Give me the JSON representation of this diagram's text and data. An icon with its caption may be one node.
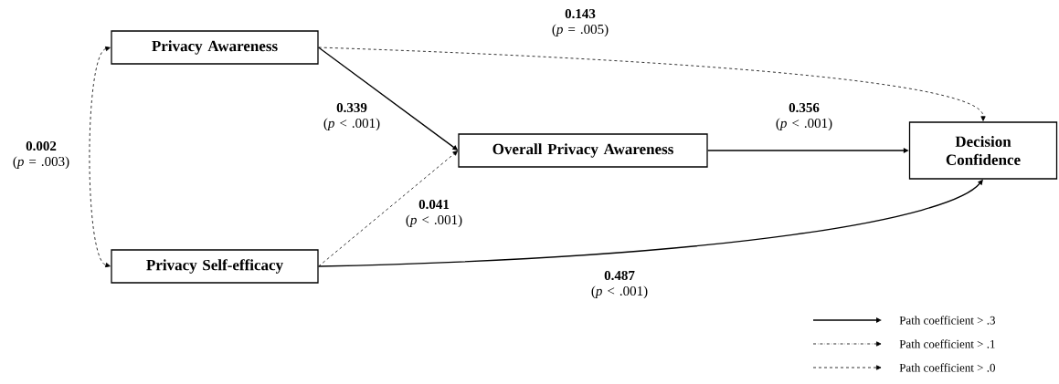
{
  "diagram": {
    "nodes": [
      {
        "text": [
          "Privacy Awareness"
        ]
      },
      {
        "text": [
          "Privacy Self-efficacy"
        ]
      },
      {
        "text": [
          "Overall Privacy Awareness"
        ]
      },
      {
        "text": [
          "Decision Confidence"
        ]
      }
    ],
    "edges": [
      {
        "from": 0,
        "to": 1,
        "arrow": "both",
        "style": "dashed",
        "label": "**0.002** (*p* = .003)"
      },
      {
        "from": 0,
        "to": 3,
        "arrow": "to",
        "style": "dashed",
        "label": "**0.143** (*p* = .005)"
      },
      {
        "from": 0,
        "to": 2,
        "arrow": "to",
        "label": "**0.339** (*p* < .001)"
      },
      {
        "from": 2,
        "to": 3,
        "arrow": "to",
        "label": "**0.356** (*p* < .001)"
      },
      {
        "from": 1,
        "to": 2,
        "arrow": "to",
        "style": "dashed",
        "label": "**0.041** (*p* < .001)"
      },
      {
        "from": 1,
        "to": 3,
        "arrow": "to",
        "label": "**0.487** (*p* < .001)"
      }
    ],
    "legend": [
      {
        "text": "Path coefficient > .3"
      },
      {
        "text": "Path coefficient > .1"
      },
      {
        "text": "Path coefficient > .0"
      }
    ]
  }
}
